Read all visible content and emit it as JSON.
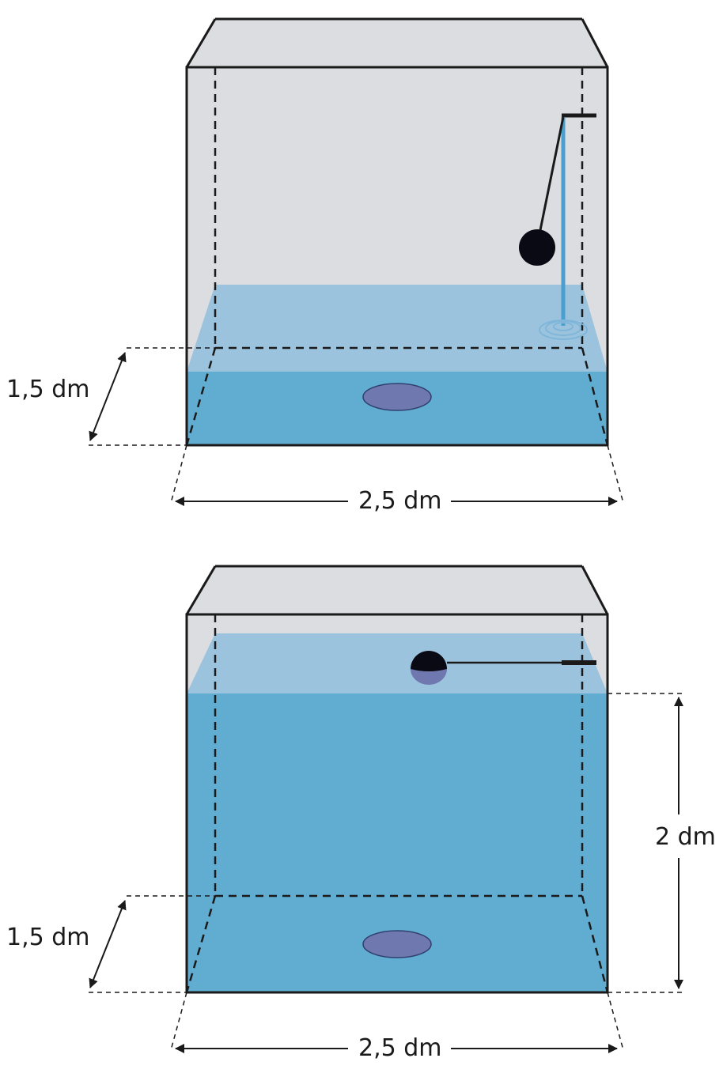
{
  "colors": {
    "background": "#ffffff",
    "tank_glass": "#dcdde0",
    "water_front": "#61add2",
    "water_surface": "#9cc3dd",
    "outline": "#1a1a1a",
    "drain": "#6f79b0",
    "ball": "#0a0a14",
    "stream": "#4a9fd0"
  },
  "icons": [
    "float-ball-icon",
    "faucet-pipe-icon",
    "drain-icon",
    "water-ripple-icon",
    "double-arrow-icon"
  ],
  "figures": [
    {
      "name": "partially-filled-tank",
      "depth_label": "1,5 dm",
      "width_label": "2,5 dm"
    },
    {
      "name": "filled-tank",
      "depth_label": "1,5 dm",
      "width_label": "2,5 dm",
      "height_label": "2 dm"
    }
  ]
}
